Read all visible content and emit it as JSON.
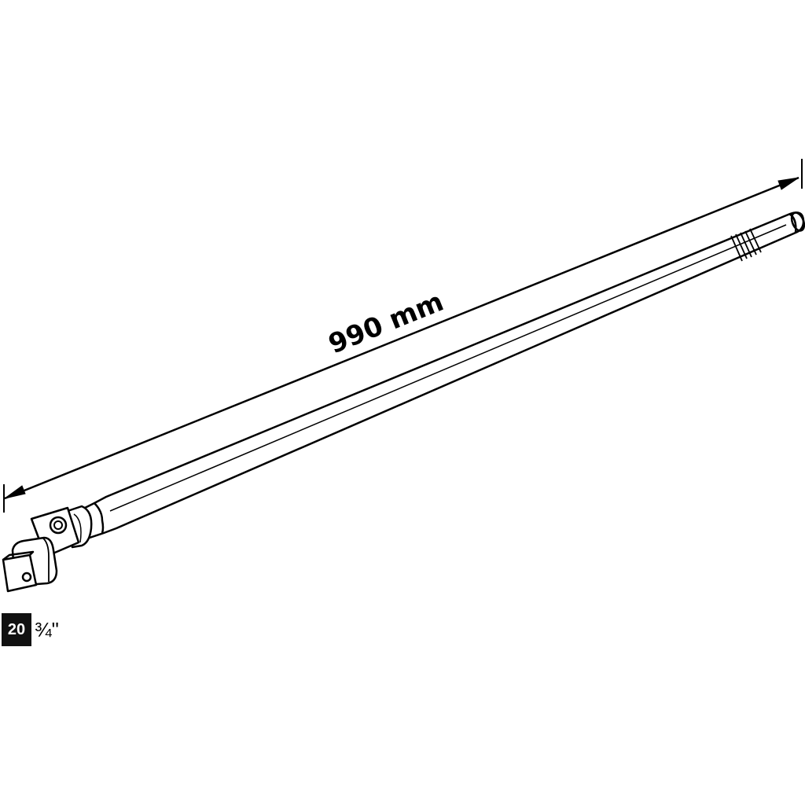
{
  "dimension": {
    "label": "990 mm"
  },
  "drive_code": {
    "badge": "20",
    "size": "¾\""
  },
  "colors": {
    "ink": "#000000",
    "badge_bg": "#111111",
    "badge_text": "#ffffff",
    "background": "#ffffff"
  }
}
